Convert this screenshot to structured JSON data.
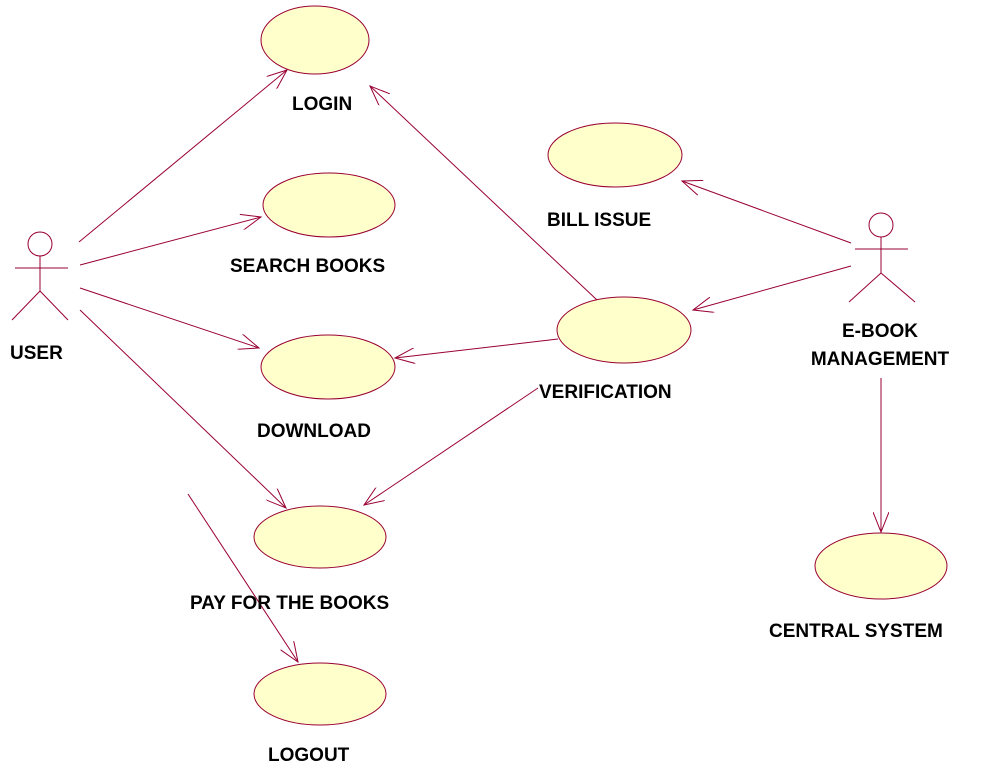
{
  "colors": {
    "line": "#990033",
    "usecase_fill": "#ffffcc",
    "text": "#000000"
  },
  "actors": {
    "user": {
      "name": "USER"
    },
    "ebook_management": {
      "name_line1": "E-BOOK",
      "name_line2": "MANAGEMENT"
    }
  },
  "use_cases": {
    "login": {
      "label": "LOGIN"
    },
    "search_books": {
      "label": "SEARCH BOOKS"
    },
    "download": {
      "label": "DOWNLOAD"
    },
    "pay_for_books": {
      "label": "PAY FOR THE BOOKS"
    },
    "logout": {
      "label": "LOGOUT"
    },
    "bill_issue": {
      "label": "BILL ISSUE"
    },
    "verification": {
      "label": "VERIFICATION"
    },
    "central_system": {
      "label": "CENTRAL SYSTEM"
    }
  }
}
